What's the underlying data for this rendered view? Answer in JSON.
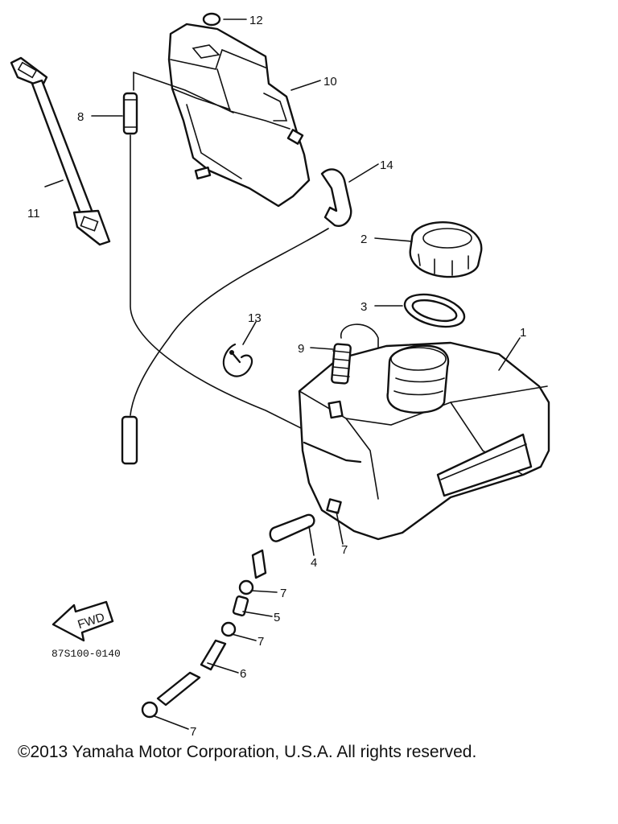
{
  "diagram": {
    "part_code": "87S100-0140",
    "direction_arrow_label": "FWD",
    "callouts": [
      "1",
      "2",
      "3",
      "4",
      "5",
      "6",
      "7",
      "8",
      "9",
      "10",
      "11",
      "12",
      "13",
      "14"
    ]
  },
  "footer": {
    "copyright": "©2013 Yamaha Motor Corporation, U.S.A. All rights reserved."
  }
}
